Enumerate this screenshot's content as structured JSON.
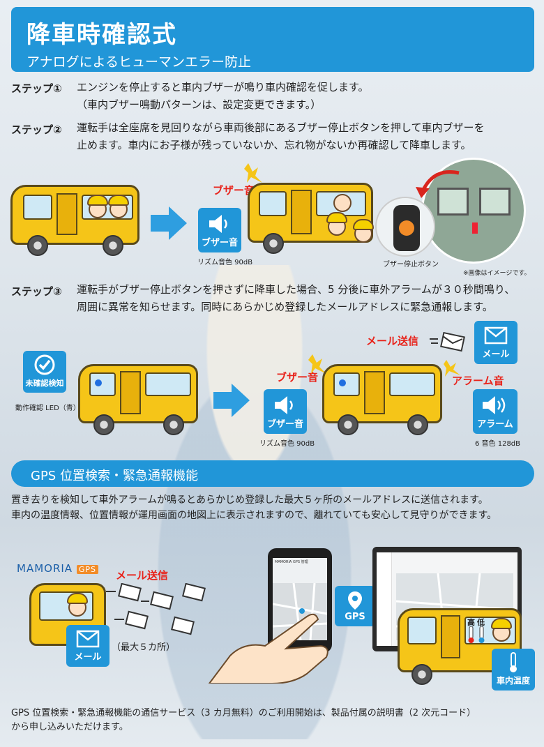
{
  "header": {
    "title": "降車時確認式",
    "subtitle": "アナログによるヒューマンエラー防止"
  },
  "steps": [
    {
      "label": "ステップ①",
      "lines": [
        "エンジンを停止すると車内ブザーが鳴り車内確認を促します。",
        "（車内ブザー鳴動パターンは、設定変更できます。）"
      ]
    },
    {
      "label": "ステップ②",
      "lines": [
        "運転手は全座席を見回りながら車両後部にあるブザー停止ボタンを押して車内ブザーを",
        "止めます。車内にお子様が残っていないか、忘れ物がないか再確認して降車します。"
      ]
    },
    {
      "label": "ステップ③",
      "lines": [
        "運転手がブザー停止ボタンを押さずに降車した場合、5 分後に車外アラームが３０秒間鳴り、",
        "周囲に異常を知らせます。同時にあらかじめ登録したメールアドレスに緊急通報します。"
      ]
    }
  ],
  "step2_figure": {
    "buzzer_label": "ブザー音",
    "buzzer_icon_label": "ブザー音",
    "buzzer_caption": "リズム音色 90dB",
    "stop_button_caption": "ブザー停止ボタン",
    "image_note": "※画像はイメージです。"
  },
  "step3_figure": {
    "unconfirmed_label": "未確認検知",
    "led_caption": "動作確認 LED（青）",
    "buzzer_label": "ブザー音",
    "buzzer_icon_label": "ブザー音",
    "buzzer_caption": "リズム音色 90dB",
    "mail_send_label": "メール送信",
    "mail_icon_label": "メール",
    "alarm_label": "アラーム音",
    "alarm_icon_label": "アラーム",
    "alarm_caption": "6 音色 128dB"
  },
  "gps": {
    "title": "GPS 位置検索・緊急通報機能",
    "description": [
      "置き去りを検知して車外アラームが鳴るとあらかじめ登録した最大５ヶ所のメールアドレスに送信されます。",
      "車内の温度情報、位置情報が運用画面の地図上に表示されますので、離れていても安心して見守りができます。"
    ],
    "brand": "MAMORIA",
    "brand_badge": "GPS",
    "mail_send_label": "メール送信",
    "mail_icon_label": "メール",
    "max_places": "（最大５カ所）",
    "gps_icon_label": "GPS",
    "temp_high": "高",
    "temp_low": "低",
    "temp_icon_label": "車内温度",
    "phone_app_title": "MAMORIA GPS 管理",
    "footer": [
      "GPS 位置検索・緊急通報機能の通信サービス（3 カ月無料）のご利用開始は、製品付属の説明書（2 次元コード）",
      "から申し込みいただけます。"
    ]
  },
  "colors": {
    "brand_blue": "#2196d8",
    "alert_red": "#e8231b",
    "bus_yellow": "#f5c518"
  }
}
